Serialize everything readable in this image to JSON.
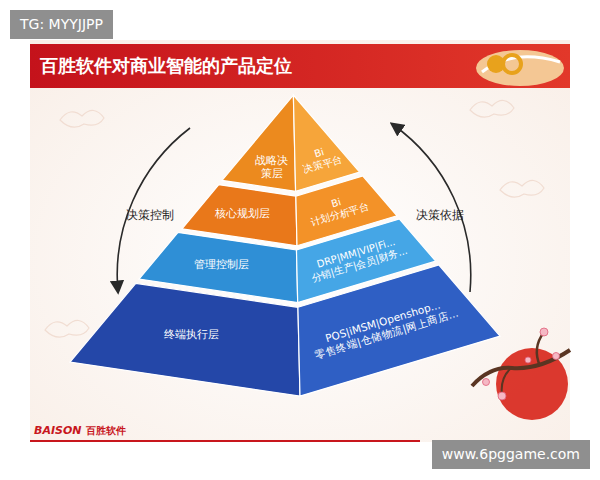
{
  "diagram": {
    "title": "百胜软件对商业智能的产品定位",
    "nodes": [
      {
        "text": [
          "战略决策层",
          "Bi 决策平台"
        ]
      },
      {
        "text": [
          "核心规划层",
          "Bi 计划分析平台"
        ]
      },
      {
        "text": [
          "管理控制层",
          "DRP|MM|VIP|Fi...",
          "分销|生产|会员|财务..."
        ]
      },
      {
        "text": [
          "终端执行层",
          "POS|iMSM|Openshop...",
          "零售终端|仓储物流|网上商店..."
        ]
      }
    ],
    "labels": [
      "决策控制",
      "决策依据",
      "BAISON",
      "百胜软件",
      "TG: MYYJJPP",
      "www.6pggame.com"
    ]
  }
}
